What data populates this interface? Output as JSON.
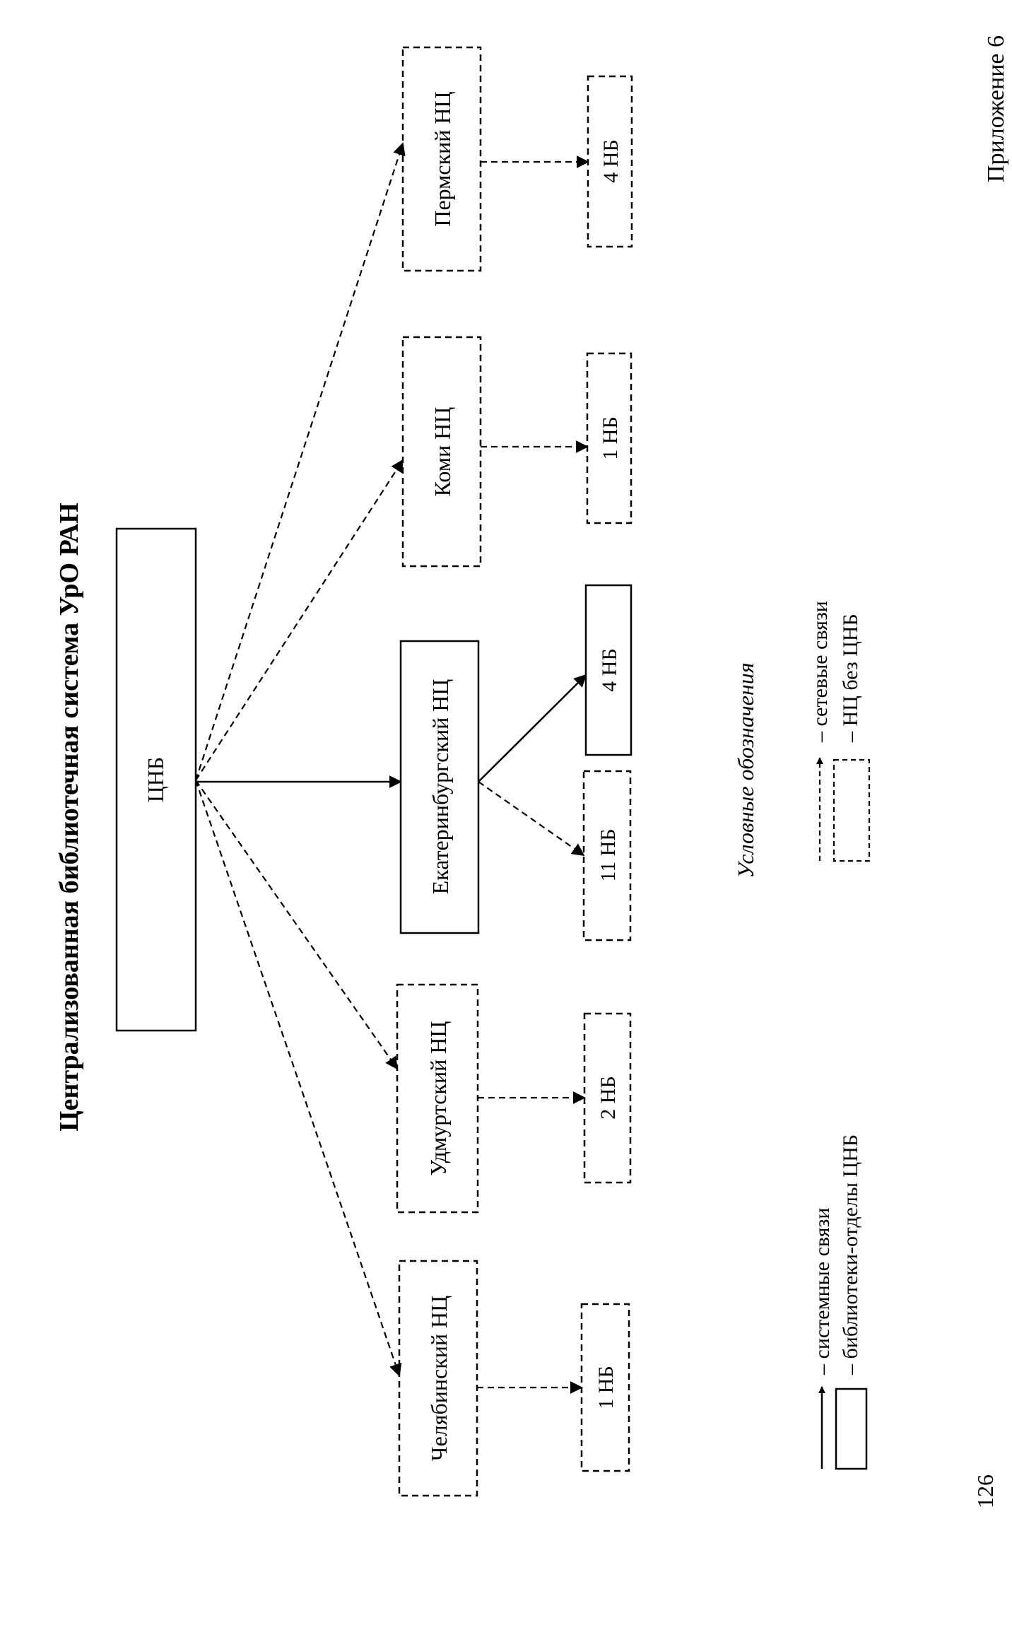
{
  "appendix_label": "Приложение 6",
  "title": "Централизованная библиотечная система УрО РАН",
  "page_number": "126",
  "nodes": {
    "cnb": "ЦНБ",
    "perm": "Пермский НЦ",
    "komi": "Коми НЦ",
    "ekb": "Екатеринбургский НЦ",
    "udm": "Удмуртский НЦ",
    "chel": "Челябинский НЦ",
    "perm_nb": "4 НБ",
    "komi_nb": "1 НБ",
    "ekb_nb_system": "4 НБ",
    "ekb_nb_network": "11 НБ",
    "udm_nb": "2 НБ",
    "chel_nb": "1 НБ"
  },
  "legend": {
    "heading": "Условные обозначения",
    "system_links": "– системные связи",
    "branch_libraries": "– библиотеки-отделы ЦНБ",
    "network_links": "– сетевые связи",
    "nc_without_cnb": "– НЦ без ЦНБ"
  }
}
